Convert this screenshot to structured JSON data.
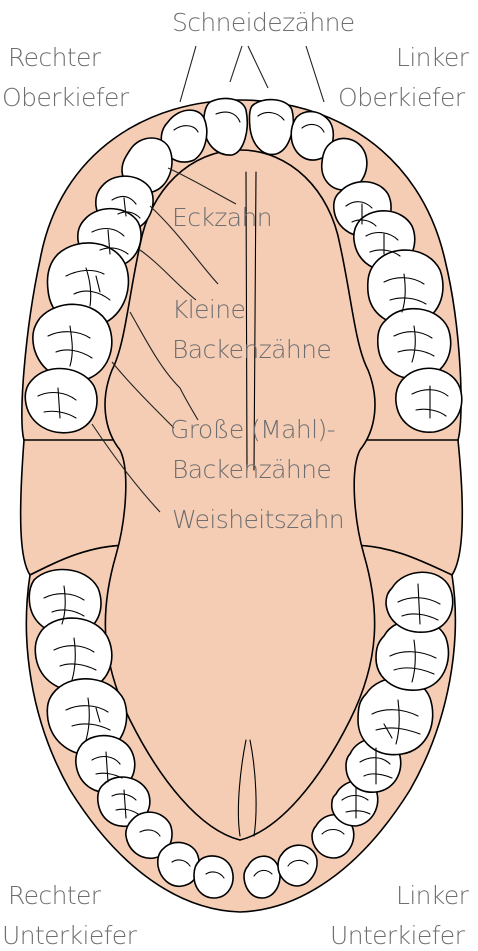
{
  "labels": {
    "incisors": "Schneidezähne",
    "right_upper": [
      "Rechter",
      "Oberkiefer"
    ],
    "left_upper": [
      "Linker",
      "Oberkiefer"
    ],
    "canine": "Eckzahn",
    "premolars": [
      "Kleine",
      "Backenzähne"
    ],
    "molars": [
      "Große (Mahl)-",
      "Backenzähne"
    ],
    "wisdom": "Weisheitszahn",
    "right_lower": [
      "Rechter",
      "Unterkiefer"
    ],
    "left_lower": [
      "Linker",
      "Unterkiefer"
    ]
  },
  "colors": {
    "gum": "#f5cdb5",
    "tooth": "#ffffff",
    "text": "#6d6e70"
  }
}
